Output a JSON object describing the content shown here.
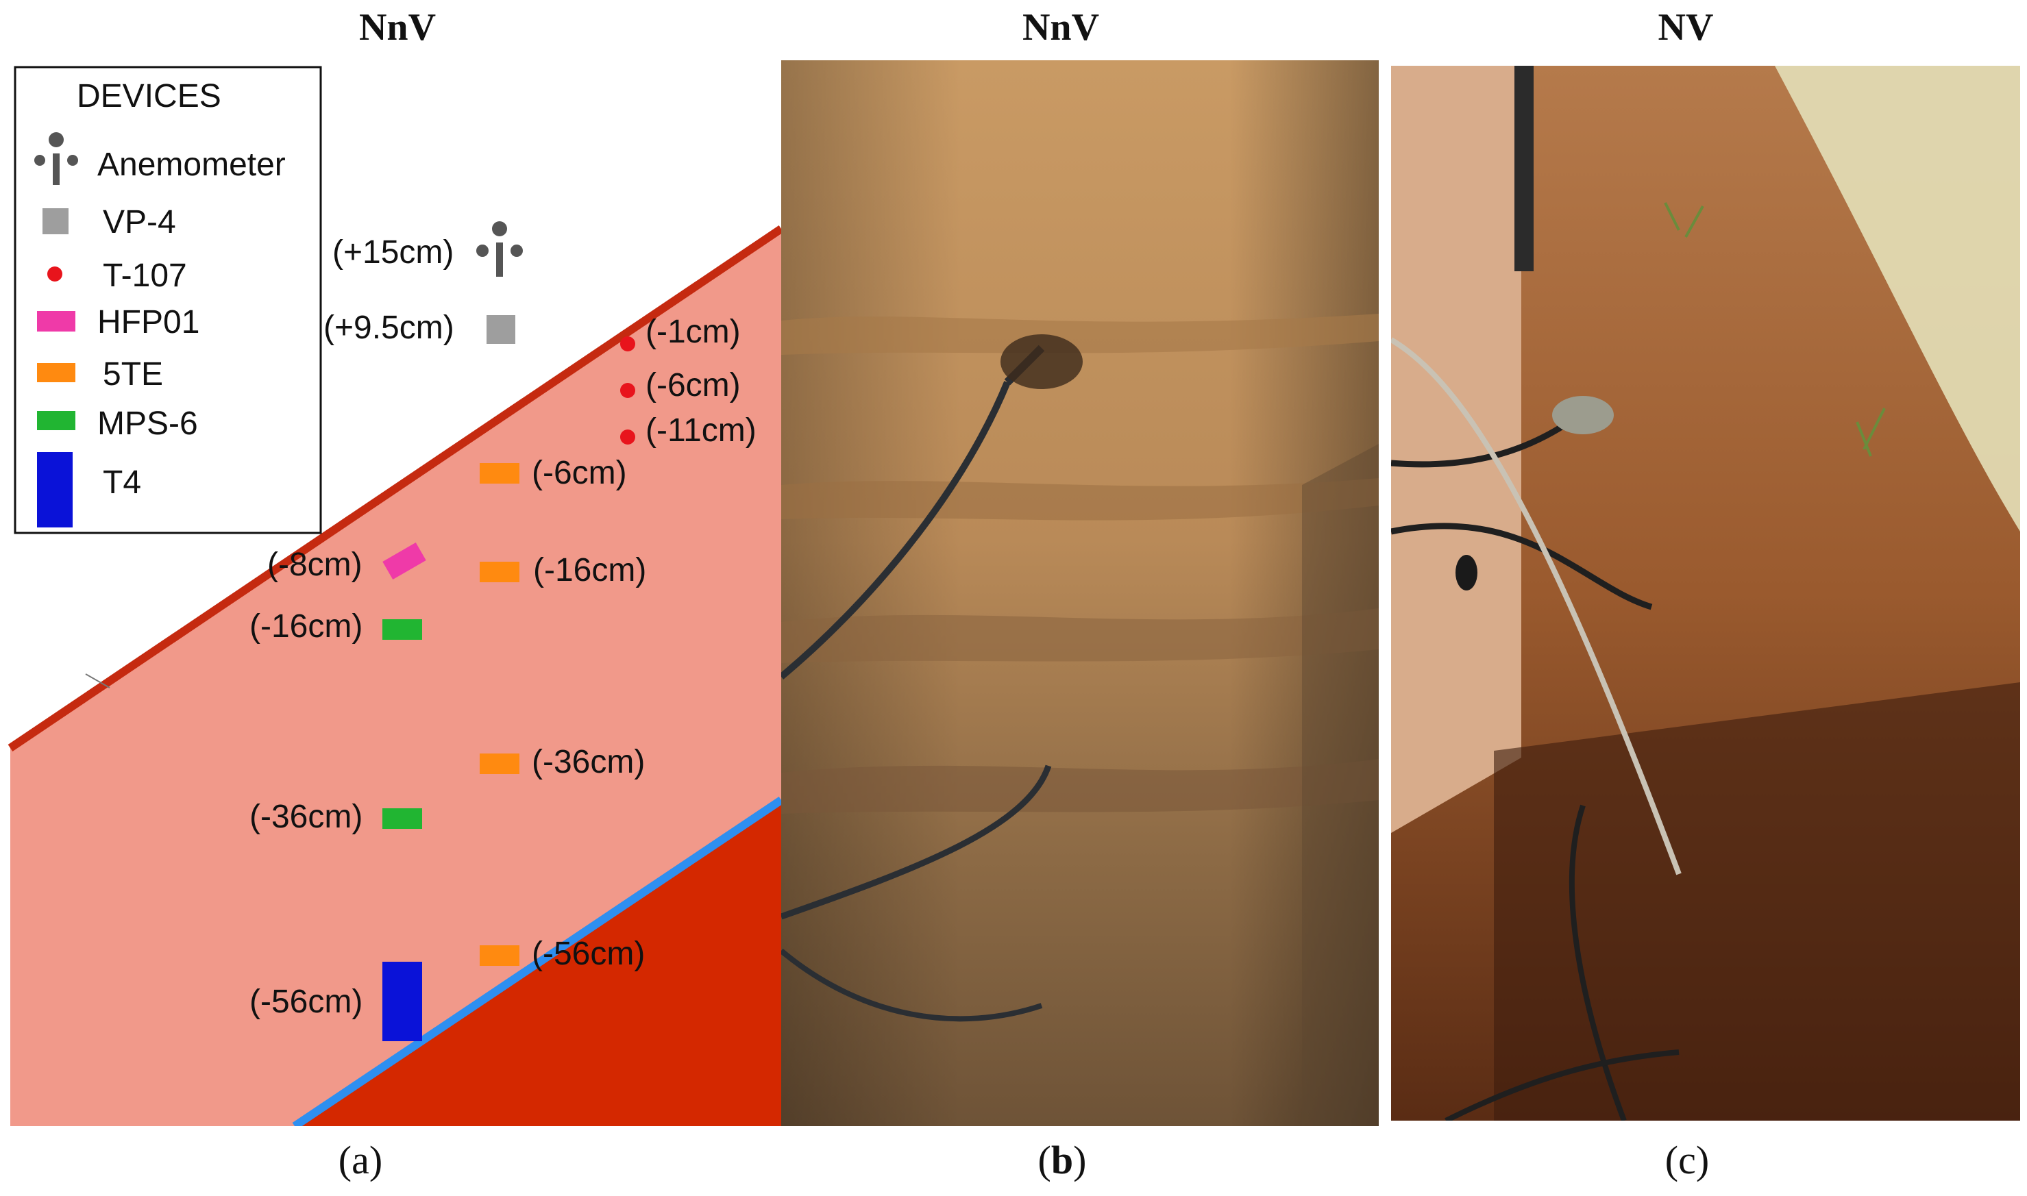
{
  "panels": {
    "a": {
      "title": "NnV",
      "caption_open": "(",
      "caption_letter": "a",
      "caption_close": ")"
    },
    "b": {
      "title": "NnV",
      "caption_open": "(",
      "caption_letter": "b",
      "caption_close": ")"
    },
    "c": {
      "title": "NV",
      "caption_open": "(",
      "caption_letter": "c",
      "caption_close": ")"
    }
  },
  "legend": {
    "title": "DEVICES",
    "items": [
      {
        "label": "Anemometer",
        "symbol": "anemometer",
        "color": "#555555"
      },
      {
        "label": "VP-4",
        "symbol": "square",
        "color": "#9e9e9e"
      },
      {
        "label": "T-107",
        "symbol": "dot",
        "color": "#e8141c"
      },
      {
        "label": "HFP01",
        "symbol": "rect",
        "color": "#ef3aa8"
      },
      {
        "label": "5TE",
        "symbol": "rect",
        "color": "#ff8a10"
      },
      {
        "label": "MPS-6",
        "symbol": "rect",
        "color": "#21b532"
      },
      {
        "label": "T4",
        "symbol": "tall-rect",
        "color": "#0a12d8"
      }
    ]
  },
  "diagram": {
    "colors": {
      "soil": "#f1998a",
      "soil_deep": "#d42800",
      "surface_line": "#c52a10",
      "layer_line": "#2e8ff0"
    },
    "sensor_labels": {
      "anemometer": "(+15cm)",
      "vp4": "(+9.5cm)",
      "t107_1": "(-1cm)",
      "t107_2": "(-6cm)",
      "t107_3": "(-11cm)",
      "te_1": "(-6cm)",
      "te_2": "(-16cm)",
      "te_3": "(-36cm)",
      "te_4": "(-56cm)",
      "hfp": "(-8cm)",
      "mps_1": "(-16cm)",
      "mps_2": "(-36cm)",
      "t4": "(-56cm)"
    }
  },
  "photos": {
    "b": {
      "icon": "soil-pit-photo-icon"
    },
    "c": {
      "icon": "soil-pit-vegetated-photo-icon"
    }
  }
}
